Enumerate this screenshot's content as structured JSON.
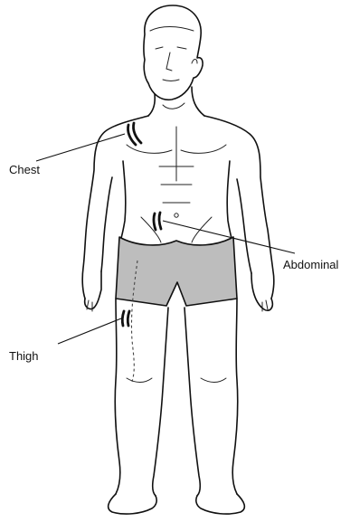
{
  "figure": {
    "shorts_color": "#bdbdbd",
    "labels": {
      "chest": "Chest",
      "abdominal": "Abdominal",
      "thigh": "Thigh"
    }
  }
}
